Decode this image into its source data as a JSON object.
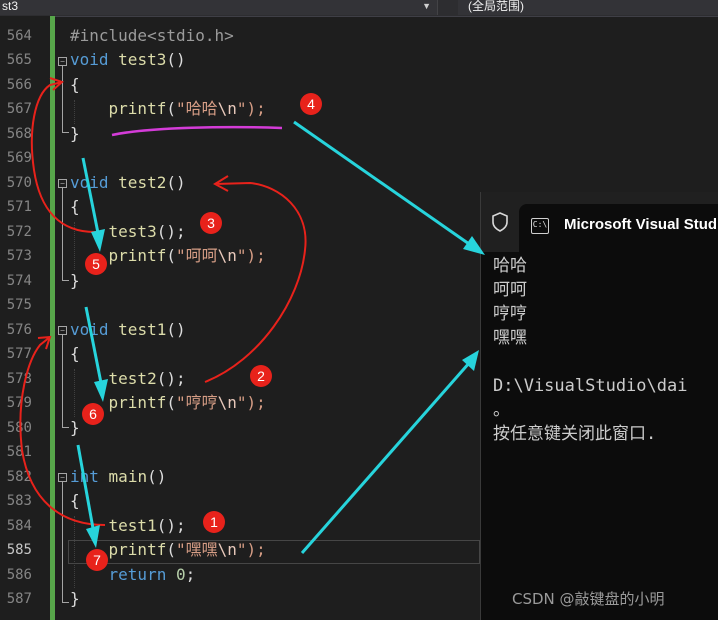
{
  "toolbar": {
    "scope_left": "st3",
    "scope_right": "(全局范围)"
  },
  "editor": {
    "line_numbers": [
      "564",
      "565",
      "566",
      "567",
      "568",
      "569",
      "570",
      "571",
      "572",
      "573",
      "574",
      "575",
      "576",
      "577",
      "578",
      "579",
      "580",
      "581",
      "582",
      "583",
      "584",
      "585",
      "586",
      "587"
    ],
    "current_line": "585",
    "lines": {
      "l564": "#include<stdio.h>",
      "l565_kw": "void",
      "l565_fn": "test3",
      "l565_rest": "()",
      "l566": "{",
      "l567_fn": "printf",
      "l567_str": "\"哈哈",
      "l567_esc": "\\n",
      "l567_end": "\");",
      "l568": "}",
      "l570_kw": "void",
      "l570_fn": "test2",
      "l570_rest": "()",
      "l571": "{",
      "l572_fn": "test3",
      "l572_rest": "();",
      "l573_fn": "printf",
      "l573_str": "\"呵呵",
      "l573_esc": "\\n",
      "l573_end": "\");",
      "l574": "}",
      "l576_kw": "void",
      "l576_fn": "test1",
      "l576_rest": "()",
      "l577": "{",
      "l578_fn": "test2",
      "l578_rest": "();",
      "l579_fn": "printf",
      "l579_str": "\"哼哼",
      "l579_esc": "\\n",
      "l579_end": "\");",
      "l580": "}",
      "l582_kw": "int",
      "l582_fn": "main",
      "l582_rest": "()",
      "l583": "{",
      "l584_fn": "test1",
      "l584_rest": "();",
      "l585_fn": "printf",
      "l585_str": "\"嘿嘿",
      "l585_esc": "\\n",
      "l585_end": "\");",
      "l586_kw": "return",
      "l586_num": "0",
      "l586_end": ";",
      "l587": "}"
    }
  },
  "console": {
    "tab_title": "Microsoft Visual Studio",
    "cmd_icon_text": "C:\\",
    "output": [
      "哈哈",
      "呵呵",
      "哼哼",
      "嘿嘿",
      "",
      "D:\\VisualStudio\\dai",
      "。",
      "按任意键关闭此窗口."
    ]
  },
  "annotations": {
    "badges": [
      "1",
      "2",
      "3",
      "4",
      "5",
      "6",
      "7"
    ],
    "arrow_color": "#27d4dc",
    "pen_red": "#e8221b",
    "pen_magenta": "#d43cd8"
  },
  "watermark": "CSDN @敲键盘的小明",
  "colors": {
    "editor_bg": "#1e1e1e",
    "keyword": "#569cd6",
    "function": "#dcdcaa",
    "string": "#d69d85",
    "console_bg": "#0c0c0c"
  }
}
